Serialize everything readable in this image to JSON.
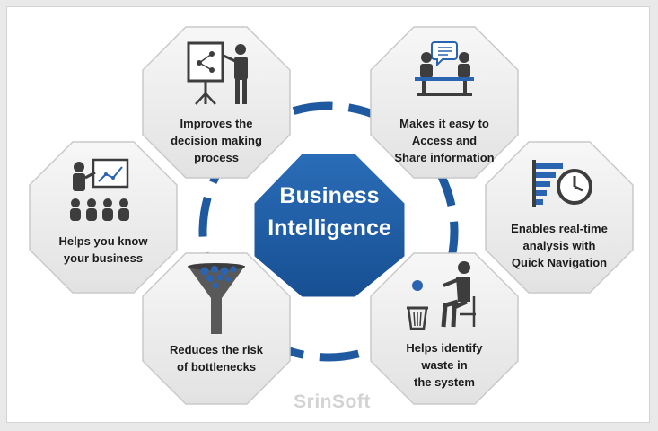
{
  "center": {
    "line1": "Business",
    "line2": "Intelligence"
  },
  "colors": {
    "center_fill": "#1f5fa8",
    "ring": "#1f5aa0",
    "octagon_fill": "#ededed",
    "octagon_stroke": "#c9c9c9",
    "icon": "#3d3d3d",
    "accent": "#2a63b0"
  },
  "benefits": [
    {
      "id": "decision",
      "lines": [
        "Improves the",
        "decision making",
        "process"
      ],
      "icon": "presentation-board-icon"
    },
    {
      "id": "access",
      "lines": [
        "Makes it easy to",
        "Access and",
        "Share information"
      ],
      "icon": "meeting-chat-icon"
    },
    {
      "id": "realtime",
      "lines": [
        "Enables real-time",
        "analysis with",
        "Quick Navigation"
      ],
      "icon": "clock-chart-icon"
    },
    {
      "id": "waste",
      "lines": [
        "Helps identify",
        "waste in",
        "the system"
      ],
      "icon": "wastebasket-person-icon"
    },
    {
      "id": "bottleneck",
      "lines": [
        "Reduces the risk",
        "of bottlenecks"
      ],
      "icon": "funnel-icon"
    },
    {
      "id": "know",
      "lines": [
        "Helps you know",
        "your business"
      ],
      "icon": "audience-presenter-icon"
    }
  ],
  "watermark": "SrinSoft"
}
